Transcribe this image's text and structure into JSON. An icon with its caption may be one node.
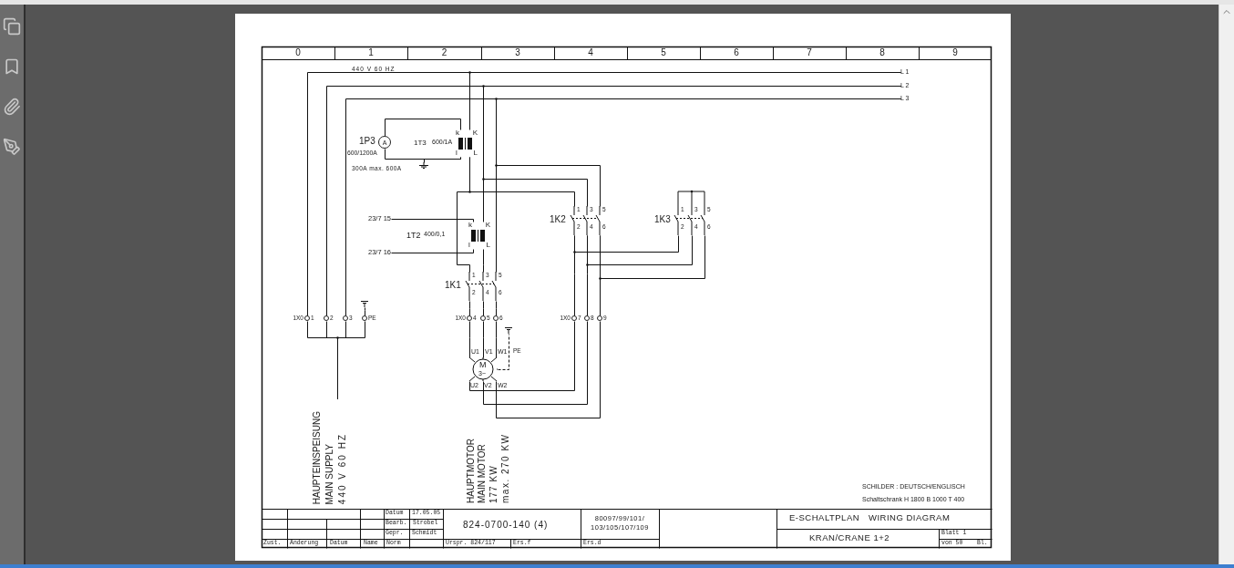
{
  "diagram": {
    "nodes": [
      {
        "text": [
          "L 1"
        ]
      },
      {
        "text": [
          "L 2"
        ]
      },
      {
        "text": [
          "L 3"
        ]
      },
      {
        "text": [
          "1X0",
          "1"
        ]
      },
      {
        "text": [
          "2"
        ]
      },
      {
        "text": [
          "3"
        ]
      },
      {
        "text": [
          "PE"
        ]
      },
      {
        "text": [
          "1X0",
          "4"
        ]
      },
      {
        "text": [
          "5"
        ]
      },
      {
        "text": [
          "6"
        ]
      },
      {
        "text": [
          "1X0",
          "7"
        ]
      },
      {
        "text": [
          "8"
        ]
      },
      {
        "text": [
          "9"
        ]
      },
      {
        "text": [
          "A"
        ],
        "beside": [
          "1P3",
          "600/1200A"
        ]
      },
      {
        "text": [
          "k",
          "K",
          "l",
          "L"
        ],
        "beside": [
          "1T3",
          "600/1A"
        ]
      },
      {
        "text": [
          "k",
          "K",
          "l",
          "L"
        ],
        "beside": [
          "1T2",
          "400/0,1"
        ]
      },
      {
        "text": [
          "23/7 15"
        ]
      },
      {
        "text": [
          "23/7 16"
        ]
      },
      {
        "text": [
          "1",
          "3",
          "5",
          "2",
          "4",
          "6"
        ],
        "beside": [
          "1K1"
        ]
      },
      {
        "text": [
          "1",
          "3",
          "5",
          "2",
          "4",
          "6"
        ],
        "beside": [
          "1K2"
        ]
      },
      {
        "text": [
          "1",
          "3",
          "5",
          "2",
          "4",
          "6"
        ],
        "beside": [
          "1K3"
        ]
      },
      {
        "text": [
          "M",
          "3~"
        ],
        "beside": [
          "U1",
          "V1",
          "W1",
          "U2",
          "V2",
          "W2"
        ]
      },
      {
        "text": [],
        "shape": "ground"
      },
      {
        "text": [],
        "shape": "ground"
      },
      {
        "text": [],
        "shape": "ground"
      },
      {
        "text": [
          "HAUPTEINSPEISUNG",
          "MAIN SUPPLY",
          "440 V 60 HZ"
        ]
      }
    ],
    "edges": [
      {
        "from": 3,
        "to": 0,
        "arrow": "none"
      },
      {
        "from": 4,
        "to": 1,
        "arrow": "none"
      },
      {
        "from": 5,
        "to": 2,
        "arrow": "none"
      },
      {
        "from": 0,
        "to": 14,
        "arrow": "none"
      },
      {
        "from": 14,
        "to": 18,
        "arrow": "none"
      },
      {
        "from": 14,
        "to": 19,
        "arrow": "none"
      },
      {
        "from": 1,
        "to": 15,
        "arrow": "none"
      },
      {
        "from": 15,
        "to": 18,
        "arrow": "none"
      },
      {
        "from": 1,
        "to": 19,
        "arrow": "none"
      },
      {
        "from": 2,
        "to": 18,
        "arrow": "none"
      },
      {
        "from": 2,
        "to": 19,
        "arrow": "none"
      },
      {
        "from": 18,
        "to": 7,
        "arrow": "none"
      },
      {
        "from": 18,
        "to": 8,
        "arrow": "none"
      },
      {
        "from": 18,
        "to": 9,
        "arrow": "none"
      },
      {
        "from": 7,
        "to": 21,
        "arrow": "none"
      },
      {
        "from": 8,
        "to": 21,
        "arrow": "none"
      },
      {
        "from": 9,
        "to": 21,
        "arrow": "none"
      },
      {
        "from": 19,
        "to": 10,
        "arrow": "none"
      },
      {
        "from": 19,
        "to": 11,
        "arrow": "none"
      },
      {
        "from": 19,
        "to": 12,
        "arrow": "none"
      },
      {
        "from": 10,
        "to": 21,
        "arrow": "none"
      },
      {
        "from": 11,
        "to": 21,
        "arrow": "none"
      },
      {
        "from": 12,
        "to": 21,
        "arrow": "none"
      },
      {
        "from": 19,
        "to": 20,
        "arrow": "none"
      },
      {
        "from": 19,
        "to": 20,
        "arrow": "none"
      },
      {
        "from": 19,
        "to": 20,
        "arrow": "none"
      },
      {
        "from": 13,
        "to": 14,
        "arrow": "none"
      },
      {
        "from": 13,
        "to": 14,
        "arrow": "none"
      },
      {
        "from": 14,
        "to": 22,
        "arrow": "none"
      },
      {
        "from": 15,
        "to": 16,
        "arrow": "none"
      },
      {
        "from": 15,
        "to": 17,
        "arrow": "none"
      },
      {
        "from": 6,
        "to": 23,
        "arrow": "none"
      },
      {
        "from": 21,
        "to": 24,
        "arrow": "none",
        "style": "dashed"
      },
      {
        "from": 3,
        "to": 25,
        "arrow": "none"
      },
      {
        "from": 4,
        "to": 25,
        "arrow": "none"
      },
      {
        "from": 5,
        "to": 25,
        "arrow": "none"
      },
      {
        "from": 6,
        "to": 25,
        "arrow": "none"
      }
    ],
    "labels": [
      "0",
      "1",
      "2",
      "3",
      "4",
      "5",
      "6",
      "7",
      "8",
      "9",
      "440 V 60 HZ",
      "300A max. 600A",
      "PE",
      "HAUPTMOTOR",
      "MAIN MOTOR",
      "177 KW",
      "max. 270 KW",
      "SCHILDER : DEUTSCH/ENGLISCH",
      "Schaltschrank H 1800 B 1000 T 400",
      "Datum",
      "17.05.05",
      "824-0700-140 (4)",
      "80097/99/101/ 103/105/107/109",
      "E-SCHALTPLAN",
      "WIRING DIAGRAM",
      "Bearb.",
      "Strobel",
      "Gepr.",
      "Schmidt",
      "KRAN/CRANE 1+2",
      "Blatt 1",
      "Zust.",
      "Änderung",
      "Datum",
      "Name",
      "Norm",
      "Urspr. 824/117",
      "Ers.f",
      "Ers.d",
      "von 50",
      "Bl."
    ]
  }
}
